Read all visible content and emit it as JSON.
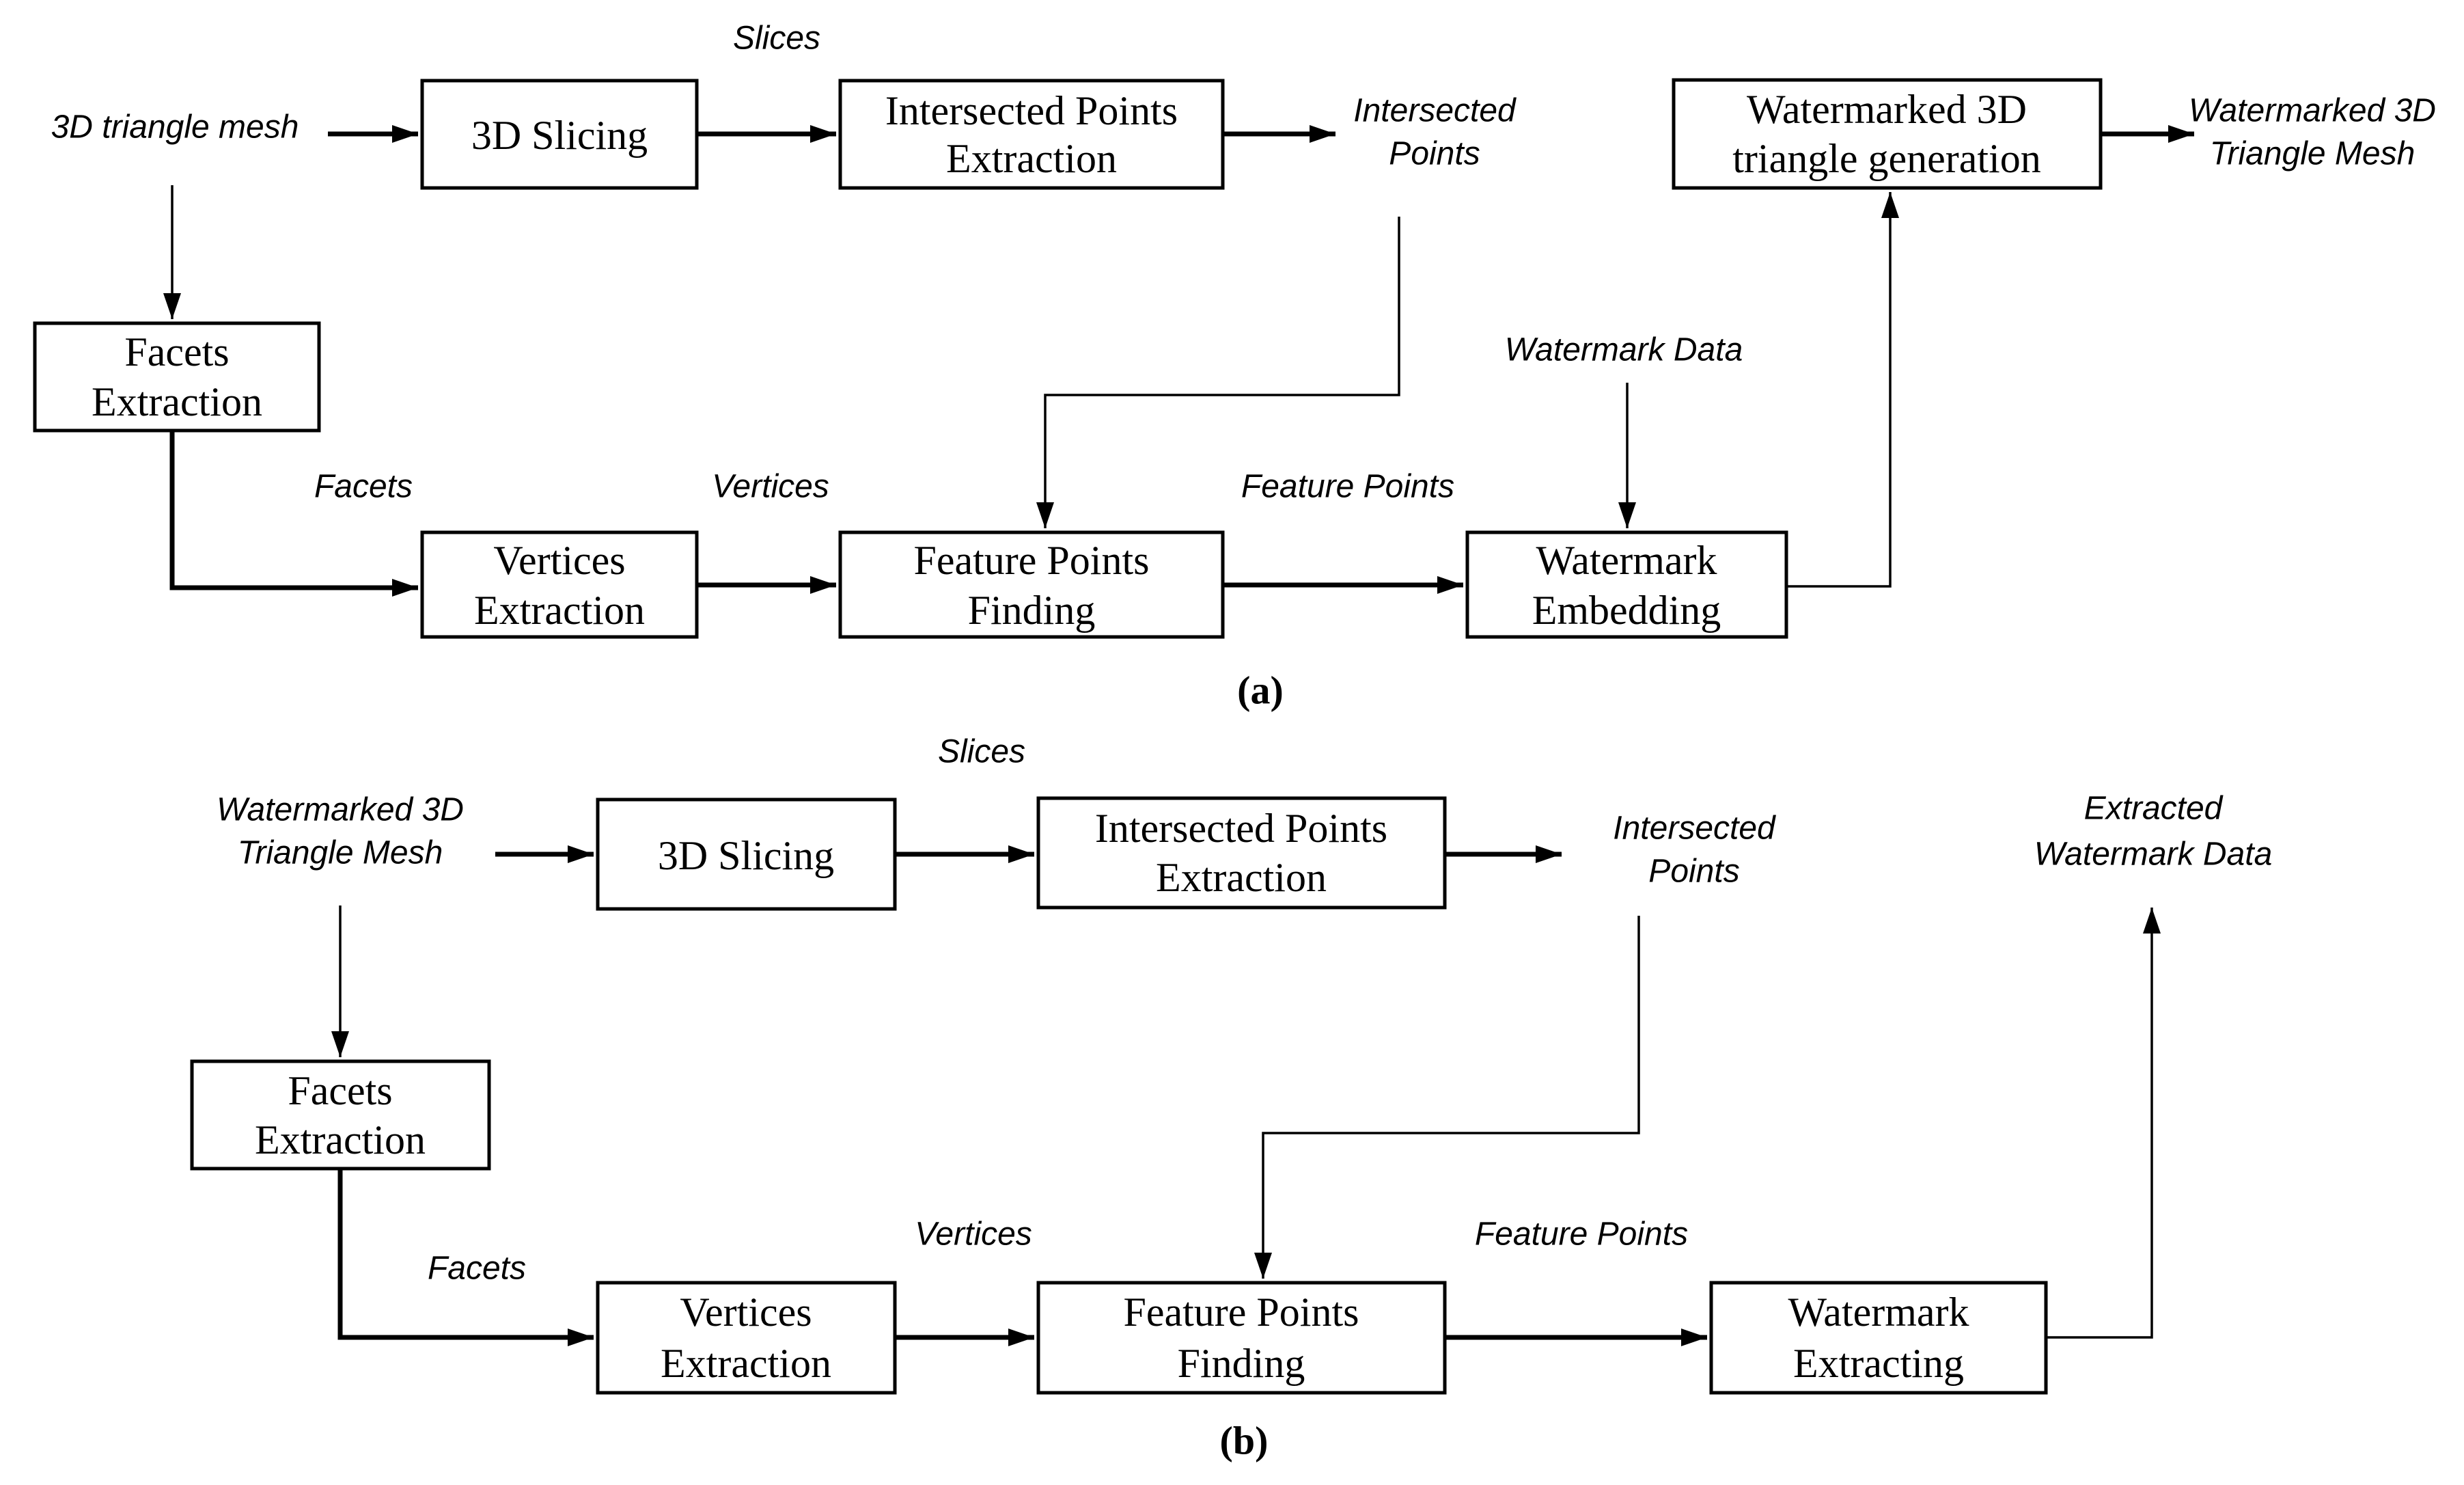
{
  "figure": {
    "colors": {
      "background": "#ffffff",
      "ink": "#000000"
    },
    "panels": {
      "a": {
        "caption": "(a)",
        "input_label": {
          "lines": [
            "3D triangle mesh"
          ]
        },
        "output_label": {
          "lines": [
            "Watermarked 3D",
            "Triangle Mesh"
          ]
        },
        "flow_labels": {
          "slices": "Slices",
          "intersected_points": {
            "lines": [
              "Intersected",
              "Points"
            ]
          },
          "facets": "Facets",
          "vertices": "Vertices",
          "feature_points": "Feature Points",
          "watermark_data": "Watermark Data"
        },
        "boxes": {
          "slicing": {
            "lines": [
              "3D Slicing"
            ]
          },
          "intersected_points_extraction": {
            "lines": [
              "Intersected Points",
              "Extraction"
            ]
          },
          "watermarked_triangle_generation": {
            "lines": [
              "Watermarked 3D",
              "triangle generation"
            ]
          },
          "facets_extraction": {
            "lines": [
              "Facets",
              "Extraction"
            ]
          },
          "vertices_extraction": {
            "lines": [
              "Vertices",
              "Extraction"
            ]
          },
          "feature_points_finding": {
            "lines": [
              "Feature Points",
              "Finding"
            ]
          },
          "watermark_embedding": {
            "lines": [
              "Watermark",
              "Embedding"
            ]
          }
        }
      },
      "b": {
        "caption": "(b)",
        "input_label": {
          "lines": [
            "Watermarked 3D",
            "Triangle Mesh"
          ]
        },
        "output_label": {
          "lines": [
            "Extracted",
            "Watermark Data"
          ]
        },
        "flow_labels": {
          "slices": "Slices",
          "intersected_points": {
            "lines": [
              "Intersected",
              "Points"
            ]
          },
          "facets": "Facets",
          "vertices": "Vertices",
          "feature_points": "Feature Points"
        },
        "boxes": {
          "slicing": {
            "lines": [
              "3D Slicing"
            ]
          },
          "intersected_points_extraction": {
            "lines": [
              "Intersected Points",
              "Extraction"
            ]
          },
          "facets_extraction": {
            "lines": [
              "Facets",
              "Extraction"
            ]
          },
          "vertices_extraction": {
            "lines": [
              "Vertices",
              "Extraction"
            ]
          },
          "feature_points_finding": {
            "lines": [
              "Feature Points",
              "Finding"
            ]
          },
          "watermark_extracting": {
            "lines": [
              "Watermark",
              "Extracting"
            ]
          }
        }
      }
    }
  }
}
